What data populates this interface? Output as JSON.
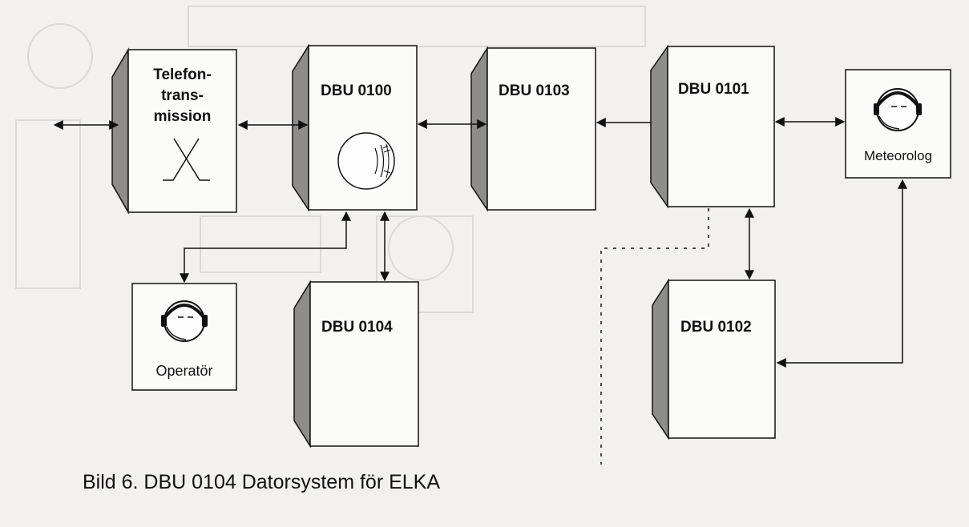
{
  "blocks": {
    "telefon": [
      "Telefon-",
      "trans-",
      "mission"
    ],
    "dbu0100": "DBU 0100",
    "dbu0103": "DBU 0103",
    "dbu0101": "DBU 0101",
    "dbu0104": "DBU 0104",
    "dbu0102": "DBU 0102"
  },
  "roles": {
    "operator": "Operatör",
    "meteorolog": "Meteorolog"
  },
  "caption": "Bild 6. DBU 0104 Datorsystem för ELKA"
}
